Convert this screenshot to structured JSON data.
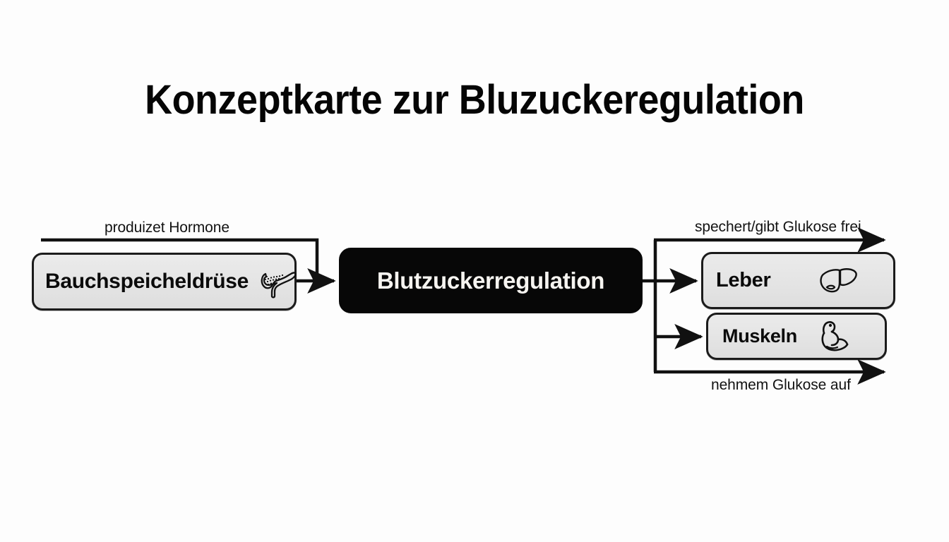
{
  "title": "Konzeptkarte zur Bluzuckeregulation",
  "canvas": {
    "background": "#fdfdfd",
    "ink": "#111111",
    "box_fill": "#e7e7e7",
    "accent_black": "#070707"
  },
  "nodes": [
    {
      "id": "pancreas",
      "label": "Bauchspeicheldrüse",
      "icon": "pancreas-icon",
      "style": "grey"
    },
    {
      "id": "center",
      "label": "Blutzuckerregulation",
      "icon": "none",
      "style": "black"
    },
    {
      "id": "liver",
      "label": "Leber",
      "icon": "liver-icon",
      "style": "grey"
    },
    {
      "id": "muscle",
      "label": "Muskeln",
      "icon": "flexed-bicep-icon",
      "style": "grey"
    }
  ],
  "edges": [
    {
      "id": "hormones",
      "label": "produizet Hormone",
      "from": "pancreas",
      "to": "center"
    },
    {
      "id": "store-release",
      "label": "spechert/gibt Glukose frei",
      "from": "liver",
      "to": "center"
    },
    {
      "id": "uptake",
      "label": "nehmem Glukose auf",
      "from": "muscle",
      "to": "center"
    }
  ]
}
